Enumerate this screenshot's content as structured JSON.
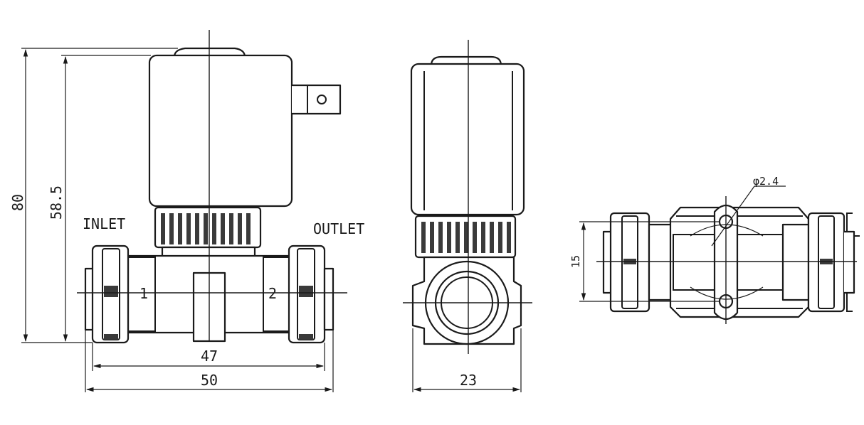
{
  "labels": {
    "inlet": "INLET",
    "outlet": "OUTLET",
    "port1": "1",
    "port2": "2"
  },
  "dimensions": {
    "total_height": "80",
    "body_height": "58.5",
    "port_spacing": "47",
    "total_width": "50",
    "depth": "23",
    "hole_diameter": "φ2.4",
    "mount_height": "15"
  }
}
